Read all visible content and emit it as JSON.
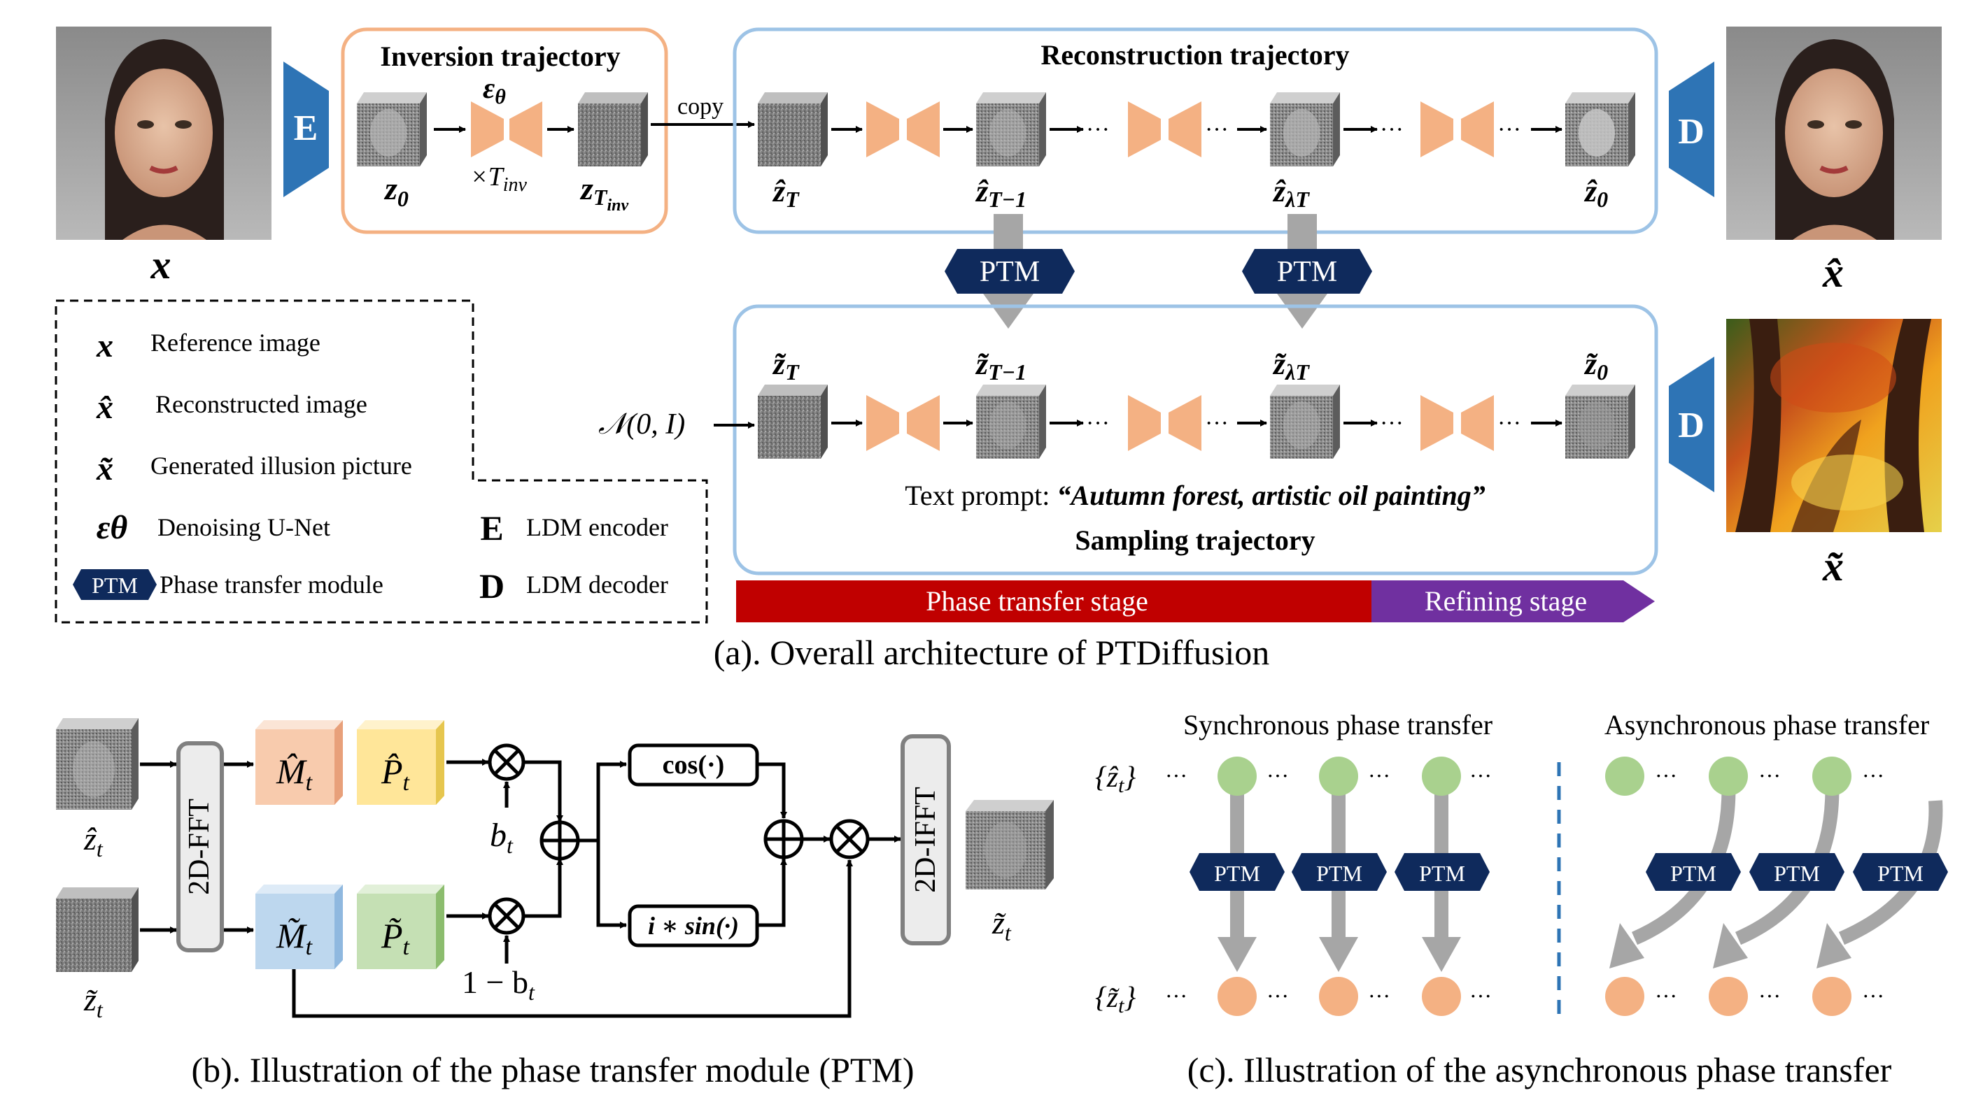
{
  "colors": {
    "encoder_blue": "#2e74b5",
    "ptm_navy": "#0f2a5c",
    "unet_orange": "#f4b183",
    "inversion_border": "#f4b183",
    "reconstruction_border": "#9dc3e6",
    "phase_stage_red": "#c00000",
    "refining_stage_purple": "#7030a0",
    "gray_arrow": "#a6a6a6",
    "green_node": "#a9d18e",
    "orange_node": "#f4b183"
  },
  "top": {
    "input_symbol": "x",
    "encoder_label": "E",
    "decoder_label": "D",
    "inversion_title": "Inversion trajectory",
    "reconstruction_title": "Reconstruction trajectory",
    "sampling_title": "Sampling trajectory",
    "copy_label": "copy",
    "eps_symbol": "ε",
    "eps_sub": "θ",
    "times_label": "×T",
    "times_sub": "inv",
    "z0": "z",
    "z0_sub": "0",
    "zTinv": "z",
    "zTinv_sub": "T",
    "zTinv_subsub": "inv",
    "recon_latents": [
      {
        "base": "ẑ",
        "sub": "T"
      },
      {
        "base": "ẑ",
        "sub": "T−1"
      },
      {
        "base": "ẑ",
        "sub": "λT"
      },
      {
        "base": "ẑ",
        "sub": "0"
      }
    ],
    "sample_latents": [
      {
        "base": "z̃",
        "sub": "T"
      },
      {
        "base": "z̃",
        "sub": "T−1"
      },
      {
        "base": "z̃",
        "sub": "λT"
      },
      {
        "base": "z̃",
        "sub": "0"
      }
    ],
    "ptm_label": "PTM",
    "noise_label": "𝒩(0, I)",
    "dots": "···",
    "prompt_prefix": "Text prompt: ",
    "prompt_text": "“Autumn forest, artistic oil painting”",
    "recon_output_symbol": "x̂",
    "generated_output_symbol": "x̃",
    "phase_stage_label": "Phase transfer stage",
    "refining_stage_label": "Refining stage",
    "caption_a": "(a). Overall architecture of PTDiffusion"
  },
  "legend": {
    "items": [
      {
        "symbol": "x",
        "text": "Reference image"
      },
      {
        "symbol": "x̂",
        "text": "Reconstructed image"
      },
      {
        "symbol": "x̃",
        "text": "Generated illusion picture"
      },
      {
        "symbol": "εθ",
        "text": "Denoising U-Net"
      },
      {
        "symbol": "PTM",
        "text": "Phase transfer module"
      }
    ],
    "right_items": [
      {
        "symbol": "E",
        "text": "LDM encoder"
      },
      {
        "symbol": "D",
        "text": "LDM decoder"
      }
    ]
  },
  "ptm_detail": {
    "input_hat": "ẑ",
    "input_hat_sub": "t",
    "input_tilde": "z̃",
    "input_tilde_sub": "t",
    "fft_label": "2D-FFT",
    "ifft_label": "2D-IFFT",
    "m_hat": "M̂",
    "p_hat": "P̂",
    "m_tilde": "M̃",
    "p_tilde": "P̃",
    "sub_t": "t",
    "bt": "b",
    "bt_sub": "t",
    "one_minus_bt": "1 − b",
    "cos_label": "cos(·)",
    "sin_label": "i ∗ sin(·)",
    "output": "z̃",
    "output_sub": "t",
    "caption_b": "(b). Illustration of the phase transfer module (PTM)"
  },
  "async_detail": {
    "sync_title": "Synchronous phase transfer",
    "async_title": "Asynchronous phase transfer",
    "top_row_label": "{ẑ",
    "top_row_sub": "t",
    "bottom_row_label": "{z̃",
    "bottom_row_sub": "t",
    "ptm_label": "PTM",
    "dots": "···",
    "caption_c": "(c). Illustration of the asynchronous phase transfer"
  }
}
